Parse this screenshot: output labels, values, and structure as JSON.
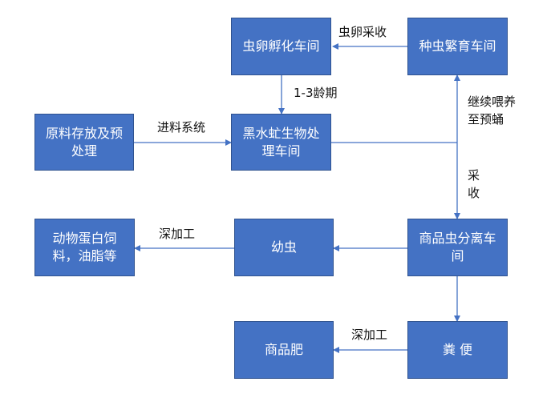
{
  "nodes": {
    "hatching_room": "虫卵孵化车间",
    "breeding_room": "种虫繁育车间",
    "raw_material": "原料存放及预处理",
    "bsf_room": "黑水虻生物处理车间",
    "separation_room": "商品虫分离车间",
    "protein_product": "动物蛋白饲料，油脂等",
    "larvae": "幼虫",
    "fertilizer": "商品肥",
    "frass": "粪 便"
  },
  "edge_labels": {
    "egg_collect": "虫卵采收",
    "instar": "1-3龄期",
    "feed_system": "进料系统",
    "continue_feeding_line1": "继续喂养",
    "continue_feeding_line2": "至预蛹",
    "harvest_line1": "采",
    "harvest_line2": "收",
    "deep_process_1": "深加工",
    "deep_process_2": "深加工"
  },
  "colors": {
    "node_fill": "#4472c4",
    "node_border": "#2f528f",
    "edge": "#4472c4"
  }
}
